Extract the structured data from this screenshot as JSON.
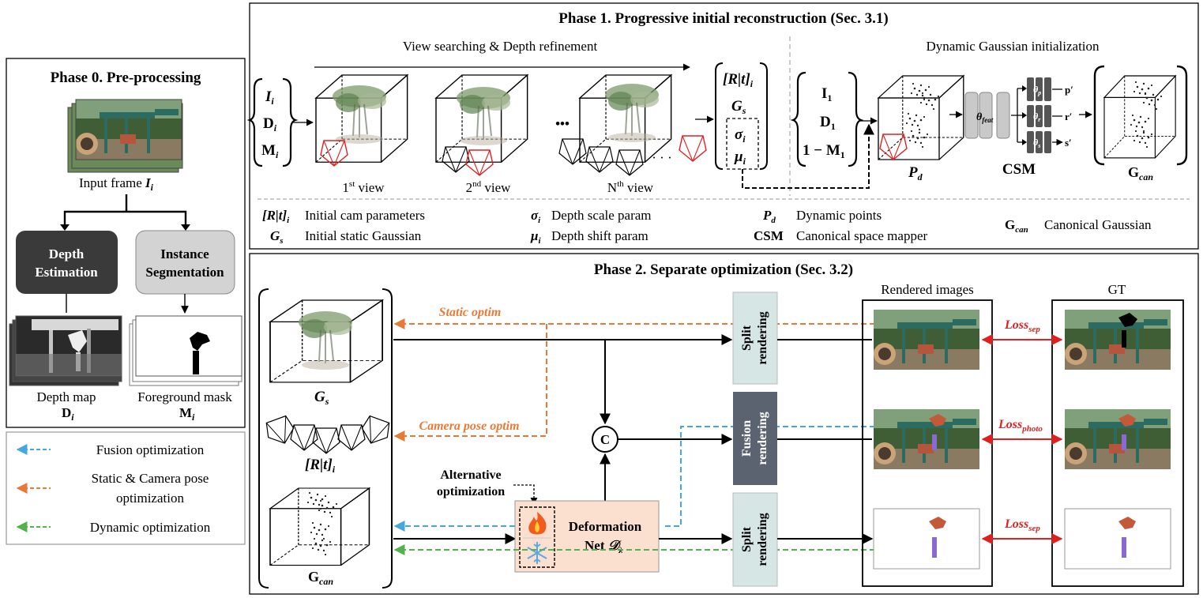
{
  "phase0": {
    "title": "Phase 0. Pre-processing",
    "input_label": "Input frame ",
    "input_sym": "I",
    "input_sub": "i",
    "depth_box": [
      "Depth",
      "Estimation"
    ],
    "seg_box": [
      "Instance",
      "Segmentation"
    ],
    "depth_label": "Depth map",
    "depth_sym": "D",
    "depth_sub": "i",
    "mask_label": "Foreground mask",
    "mask_sym": "M",
    "mask_sub": "i"
  },
  "legend": [
    {
      "label": "Fusion optimization",
      "color": "#45a7e0"
    },
    {
      "label": "Static & Camera pose",
      "label2": "optimization",
      "color": "#e87a38"
    },
    {
      "label": "Dynamic optimization",
      "color": "#52b34d"
    }
  ],
  "phase1": {
    "title": "Phase 1. Progressive initial reconstruction (Sec. 3.1)",
    "view_search": "View searching & Depth refinement",
    "dyn_init": "Dynamic Gaussian initialization",
    "inputs": [
      "I",
      "D",
      "M"
    ],
    "input_sub": "i",
    "views": [
      "1st view",
      "2nd view",
      "Nth view"
    ],
    "view_prefix": [
      "1",
      "2",
      "N"
    ],
    "view_sup": [
      "st",
      "nd",
      "th"
    ],
    "view_word": " view",
    "dots": "•••",
    "small_dots": "· · ·",
    "param_rt": "[R|t]",
    "param_rt_sub": "i",
    "param_gs": "G",
    "param_gs_sub": "s",
    "param_sigma": "σ",
    "param_mu": "μ",
    "param_sub": "i",
    "dyn_inputs": [
      "I",
      "D",
      "1 − M"
    ],
    "dyn_sub": "1",
    "pd": "P",
    "pd_sub": "d",
    "theta_feat": "θ",
    "theta_feat_sub": "feat",
    "theta_p": "θ",
    "theta_p_sub": "p",
    "theta_r": "θ",
    "theta_r_sub": "r",
    "theta_s": "θ",
    "theta_s_sub": "s",
    "out_p": "p′",
    "out_r": "r′",
    "out_s": "s′",
    "csm": "CSM",
    "gcan": "G",
    "gcan_sub": "can",
    "defs": [
      {
        "sym": "[R|t]",
        "sub": "i",
        "text": "Initial cam parameters"
      },
      {
        "sym": "G",
        "sub": "s",
        "text": "Initial static Gaussian"
      },
      {
        "sym": "σ",
        "sub": "i",
        "text": "Depth scale param"
      },
      {
        "sym": "μ",
        "sub": "i",
        "text": "Depth shift param"
      },
      {
        "sym": "P",
        "sub": "d",
        "text": "Dynamic points"
      },
      {
        "sym": "CSM",
        "sub": "",
        "text": "Canonical space mapper"
      },
      {
        "sym": "G",
        "sub": "can",
        "text": "Canonical Gaussian"
      }
    ]
  },
  "phase2": {
    "title": "Phase 2. Separate optimization (Sec. 3.2)",
    "gs": "G",
    "gs_sub": "s",
    "rt": "[R|t]",
    "rt_sub": "i",
    "gcan": "G",
    "gcan_sub": "can",
    "static_optim": "Static optim",
    "camera_optim": "Camera pose optim",
    "alt_optim": [
      "Alternative",
      "optimization"
    ],
    "concat": "C",
    "deform": [
      "Deformation",
      "Net "
    ],
    "deform_sym": "𝒟",
    "deform_sub": "λ",
    "split_render": [
      "Split",
      "rendering"
    ],
    "fusion_render": [
      "Fusion",
      "rendering"
    ],
    "rendered": "Rendered images",
    "gt": "GT",
    "loss": "Loss",
    "loss_sep": "sep",
    "loss_photo": "photo",
    "fire_icon": "fire-icon",
    "snow_icon": "snowflake-icon"
  },
  "colors": {
    "orange": "#e87a38",
    "blue": "#45a7e0",
    "green": "#52b34d",
    "red": "#e02020",
    "dark_box": "#3a3a3a",
    "gray_box": "#d3d3d3",
    "split_box": "#d5e6e4",
    "fusion_box": "#5c6370",
    "deform_box": "#fbdfcf"
  }
}
